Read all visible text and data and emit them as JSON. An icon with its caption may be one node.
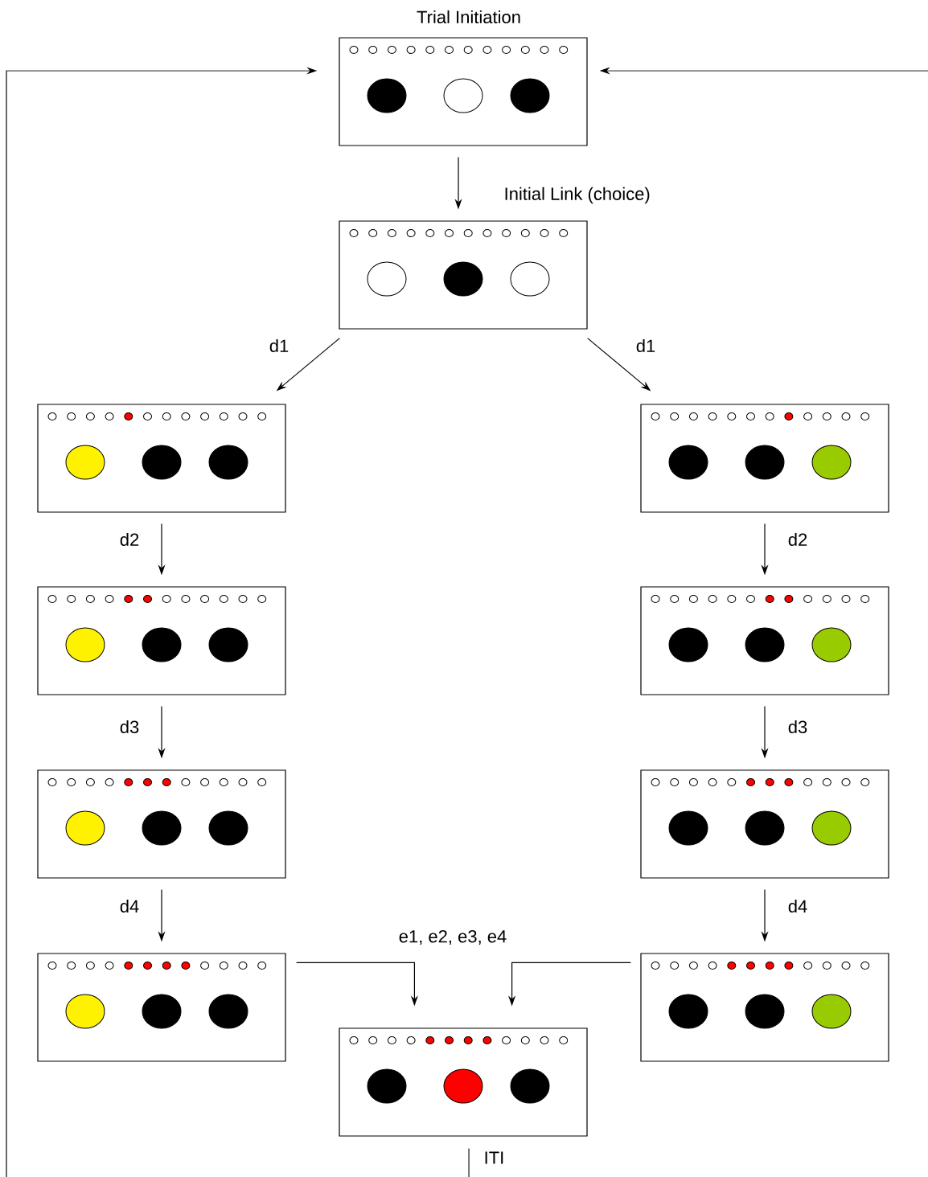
{
  "diagram": {
    "nodes": [
      {
        "text": [
          "Trial Initiation"
        ]
      },
      {
        "text": [],
        "shape": "box"
      },
      {
        "text": [],
        "shape": "box"
      },
      {
        "text": [],
        "shape": "box"
      },
      {
        "text": [],
        "shape": "box"
      },
      {
        "text": [],
        "shape": "box"
      },
      {
        "text": [],
        "shape": "box"
      },
      {
        "text": [],
        "shape": "box"
      },
      {
        "text": [],
        "shape": "box"
      },
      {
        "text": [],
        "shape": "box"
      },
      {
        "text": [],
        "shape": "box"
      }
    ],
    "edges": [
      {
        "from": 0,
        "to": 1,
        "arrow": "to",
        "label": "Initial Link (choice)"
      },
      {
        "from": 1,
        "to": 2,
        "arrow": "to",
        "label": "d1"
      },
      {
        "from": 1,
        "to": 3,
        "arrow": "to",
        "label": "d1"
      },
      {
        "from": 2,
        "to": 4,
        "arrow": "to",
        "label": "d2"
      },
      {
        "from": 3,
        "to": 5,
        "arrow": "to",
        "label": "d2"
      },
      {
        "from": 4,
        "to": 6,
        "arrow": "to",
        "label": "d3"
      },
      {
        "from": 5,
        "to": 7,
        "arrow": "to",
        "label": "d3"
      },
      {
        "from": 6,
        "to": 8,
        "arrow": "to",
        "label": "d4"
      },
      {
        "from": 7,
        "to": 9,
        "arrow": "to",
        "label": "d4"
      },
      {
        "from": 8,
        "to": 10,
        "arrow": "to"
      },
      {
        "from": 9,
        "to": 10,
        "arrow": "to"
      },
      {
        "from": 10,
        "to": null,
        "arrow": "none",
        "label": "ITI"
      },
      {
        "from": null,
        "to": 0,
        "arrow": "to"
      },
      {
        "from": null,
        "to": 0,
        "arrow": "to"
      }
    ],
    "labels": [
      "e1, e2, e3, e4"
    ]
  }
}
